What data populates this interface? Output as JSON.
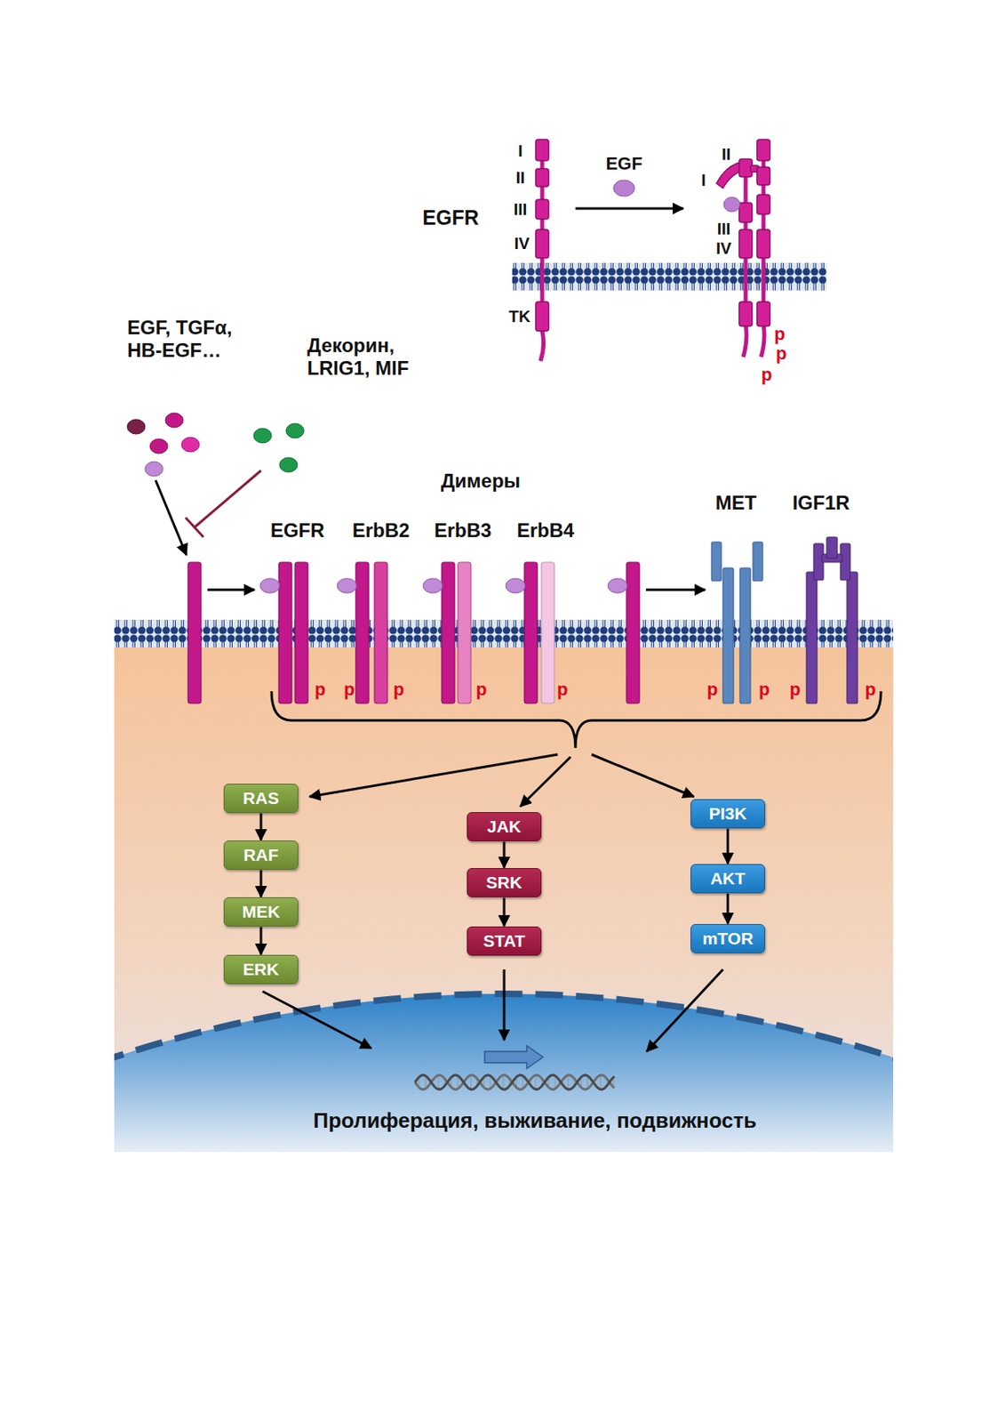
{
  "diagram": {
    "nodes": [
      {
        "text": [
          "RAS"
        ]
      },
      {
        "text": [
          "RAF"
        ]
      },
      {
        "text": [
          "MEK"
        ]
      },
      {
        "text": [
          "ERK"
        ]
      },
      {
        "text": [
          "JAK"
        ]
      },
      {
        "text": [
          "SRK"
        ]
      },
      {
        "text": [
          "STAT"
        ]
      },
      {
        "text": [
          "PI3K"
        ]
      },
      {
        "text": [
          "AKT"
        ]
      },
      {
        "text": [
          "mTOR"
        ]
      }
    ],
    "edges": [
      {
        "from": 0,
        "to": 1,
        "arrow": "to"
      },
      {
        "from": 1,
        "to": 2,
        "arrow": "to"
      },
      {
        "from": 2,
        "to": 3,
        "arrow": "to"
      },
      {
        "from": 4,
        "to": 5,
        "arrow": "to"
      },
      {
        "from": 5,
        "to": 6,
        "arrow": "to"
      },
      {
        "from": 7,
        "to": 8,
        "arrow": "to"
      },
      {
        "from": 8,
        "to": 9,
        "arrow": "to"
      }
    ],
    "labels": [
      "EGFR",
      "I",
      "II",
      "III",
      "IV",
      "TK",
      "EGF",
      "II",
      "I",
      "III",
      "IV",
      "p",
      "p",
      "p",
      "EGF, TGFα, HB-EGF…",
      "Декорин, LRIG1, MIF",
      "Димеры",
      "EGFR",
      "ErbB2",
      "ErbB3",
      "ErbB4",
      "MET",
      "IGF1R",
      "p",
      "p",
      "p",
      "p",
      "p",
      "p",
      "p",
      "p",
      "p",
      "Пролиферация, выживание, подвижность"
    ]
  }
}
